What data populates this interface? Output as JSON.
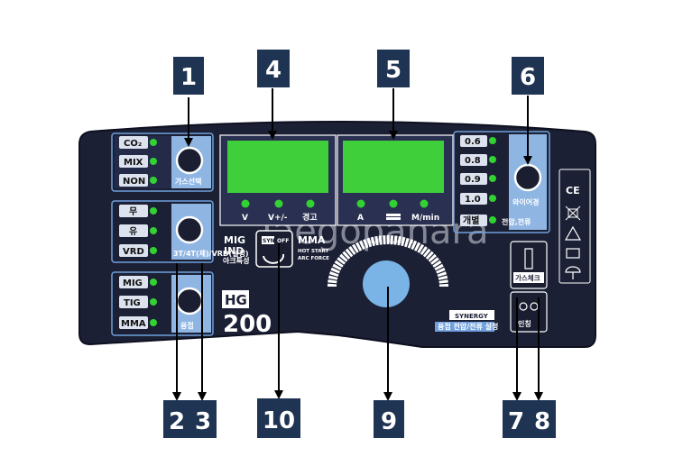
{
  "callouts": [
    "1",
    "2",
    "3",
    "4",
    "5",
    "6",
    "7",
    "8",
    "9",
    "10"
  ],
  "gas_group": {
    "items": [
      "CO₂",
      "MIX",
      "NON"
    ],
    "button_label": "가스선택"
  },
  "vrd_group": {
    "items": [
      "무",
      "유",
      "VRD"
    ],
    "button_label": "3T/4T(제)/VRD(설정)"
  },
  "mode_group": {
    "items": [
      "MIG",
      "TIG",
      "MMA"
    ],
    "button_label": "용접"
  },
  "display_left": {
    "labels": [
      "V",
      "V+/-",
      "경고"
    ]
  },
  "display_right": {
    "labels": [
      "A",
      "",
      "M/min"
    ]
  },
  "wire_group": {
    "items": [
      "0.6",
      "0.8",
      "0.9",
      "1.0",
      "개별"
    ],
    "button_label": "와이어경",
    "sub_label": "전압,전류"
  },
  "mig_ind": {
    "line1": "MIG",
    "line2": "IND",
    "sub": "아크특성"
  },
  "mma_info": {
    "title": "MMA",
    "line1": "HOT START",
    "line2": "ARC FORCE"
  },
  "syn_switch": {
    "left": "SYN",
    "right": "OFF"
  },
  "model": {
    "prefix": "HG",
    "number": "200"
  },
  "synergy": {
    "title": "SYNERGY",
    "sub": "용접 전압/전류 설정"
  },
  "gas_check": {
    "label": "가스체크"
  },
  "inching": {
    "label": "인칭"
  },
  "watermark": "Jaegopanara",
  "symbols": [
    "CE",
    "recycle-bin",
    "warning",
    "manual",
    "umbrella"
  ],
  "colors": {
    "panel": "#1c2035",
    "callout_box": "#1f3352",
    "group_border": "#6f9fdc",
    "group_fill": "#8fb5e3",
    "display": "#3fcf3a",
    "knob": "#7ab3e6",
    "led": "#32d232"
  }
}
